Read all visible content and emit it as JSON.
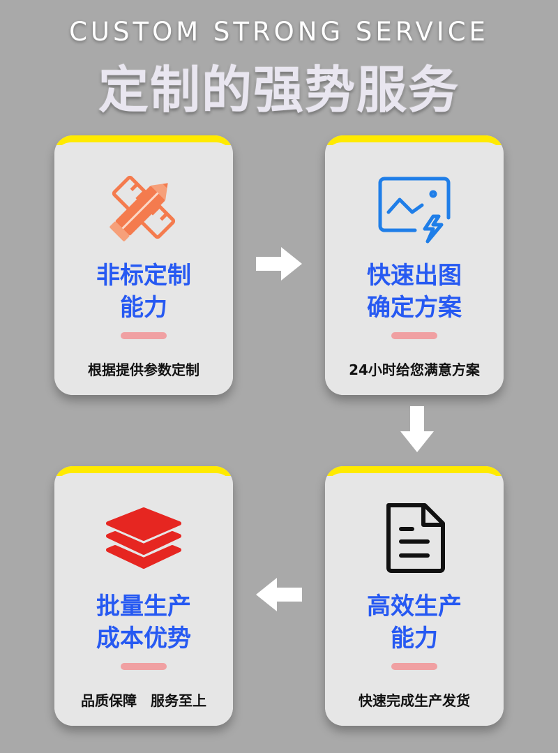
{
  "header": {
    "english_title": "CUSTOM STRONG SERVICE",
    "chinese_title": "定制的强势服务"
  },
  "cards": [
    {
      "icon": "pencil-ruler-icon",
      "title_line1": "非标定制",
      "title_line2": "能力",
      "subtitle": "根据提供参数定制",
      "icon_color": "#f47b4e"
    },
    {
      "icon": "image-flash-icon",
      "title_line1": "快速出图",
      "title_line2": "确定方案",
      "subtitle": "24小时给您满意方案",
      "icon_color": "#1f7ee8"
    },
    {
      "icon": "layers-stack-icon",
      "title_line1": "批量生产",
      "title_line2": "成本优势",
      "subtitle": "品质保障　服务至上",
      "icon_color": "#e62621"
    },
    {
      "icon": "document-icon",
      "title_line1": "高效生产",
      "title_line2": "能力",
      "subtitle": "快速完成生产发货",
      "icon_color": "#111111"
    }
  ],
  "colors": {
    "background": "#a9a9a9",
    "card_background": "#e6e6e6",
    "card_top_accent": "#ffea00",
    "title_blue": "#2659f2",
    "divider_pink": "#f0a0a2",
    "arrow_white": "#ffffff"
  },
  "arrows": [
    "arrow-right-icon",
    "arrow-down-icon",
    "arrow-left-icon"
  ]
}
